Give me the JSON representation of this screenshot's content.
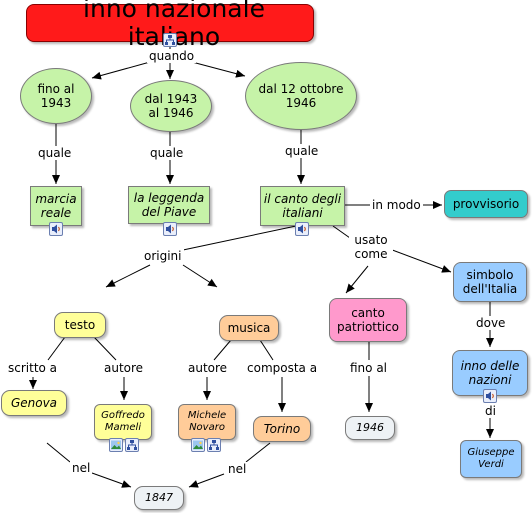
{
  "title": "inno nazionale italiano",
  "nodes": {
    "fino1943": "fino al 1943",
    "dal1943": "dal 1943 al 1946",
    "dal12ottobre": "dal 12 ottobre 1946",
    "marcia": "marcia reale",
    "leggenda": "la leggenda del Piave",
    "canto_italiani": "il canto degli italiani",
    "provvisorio": "provvisorio",
    "testo": "testo",
    "musica": "musica",
    "canto_patriottico": "canto patriottico",
    "simbolo": "simbolo dell'Italia",
    "inno_nazioni": "inno delle nazioni",
    "genova": "Genova",
    "mameli": "Goffredo Mameli",
    "novaro": "Michele Novaro",
    "torino": "Torino",
    "anno1946": "1946",
    "verdi": "Giuseppe Verdi",
    "anno1847": "1847"
  },
  "links": {
    "quando": "quando",
    "quale1": "quale",
    "quale2": "quale",
    "quale3": "quale",
    "in_modo": "in modo",
    "usato_come": "usato come",
    "origini": "origini",
    "scritto_a": "scritto a",
    "autore1": "autore",
    "autore2": "autore",
    "composta_a": "composta a",
    "fino_al": "fino al",
    "dove": "dove",
    "di": "di",
    "nel1": "nel",
    "nel2": "nel"
  },
  "icons": {
    "concept_map": "concept-map-icon",
    "audio": "audio-speaker-icon",
    "image": "image-icon"
  },
  "colors": {
    "title_bg": "#ff1a1a",
    "green_node": "#c6f3a8",
    "teal_node": "#33cccc",
    "blue_node": "#99ccff",
    "pink_node": "#ff99cc",
    "yellow_node": "#ffff99",
    "orange_node": "#ffcc99",
    "gray_node": "#eef2f5"
  }
}
